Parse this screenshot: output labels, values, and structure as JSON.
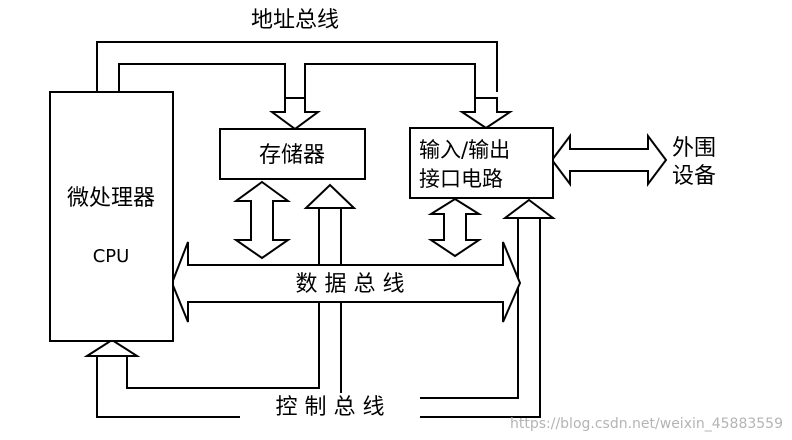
{
  "diagram": {
    "nodes": {
      "cpu": {
        "line1": "微处理器",
        "line2": "CPU"
      },
      "memory": {
        "label": "存储器"
      },
      "io": {
        "line1": "输入/输出",
        "line2": "接口电路"
      },
      "peripheral": {
        "line1": "外围",
        "line2": "设备"
      }
    },
    "buses": {
      "address": "地址总线",
      "data": "数 据 总 线",
      "control": "控 制 总 线"
    },
    "watermark": "https://blog.csdn.net/weixin_45883559"
  }
}
